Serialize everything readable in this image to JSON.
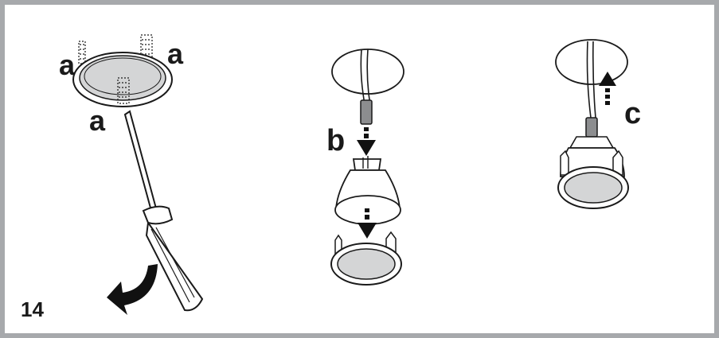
{
  "figure": {
    "step_number": "14",
    "labels": {
      "a_left": "a",
      "a_right": "a",
      "a_bottom": "a",
      "b": "b",
      "c": "c"
    }
  },
  "colors": {
    "frame_border": "#a7a9ac",
    "line": "#1a1a1a",
    "lens_fill": "#d4d5d6",
    "arrow_fill": "#111111"
  },
  "icons": {
    "rotate_arrow": "curved-arrow-icon",
    "down_arrow": "dashed-down-arrow-icon",
    "up_arrow": "dashed-up-arrow-icon",
    "screwdriver": "screwdriver-icon"
  }
}
